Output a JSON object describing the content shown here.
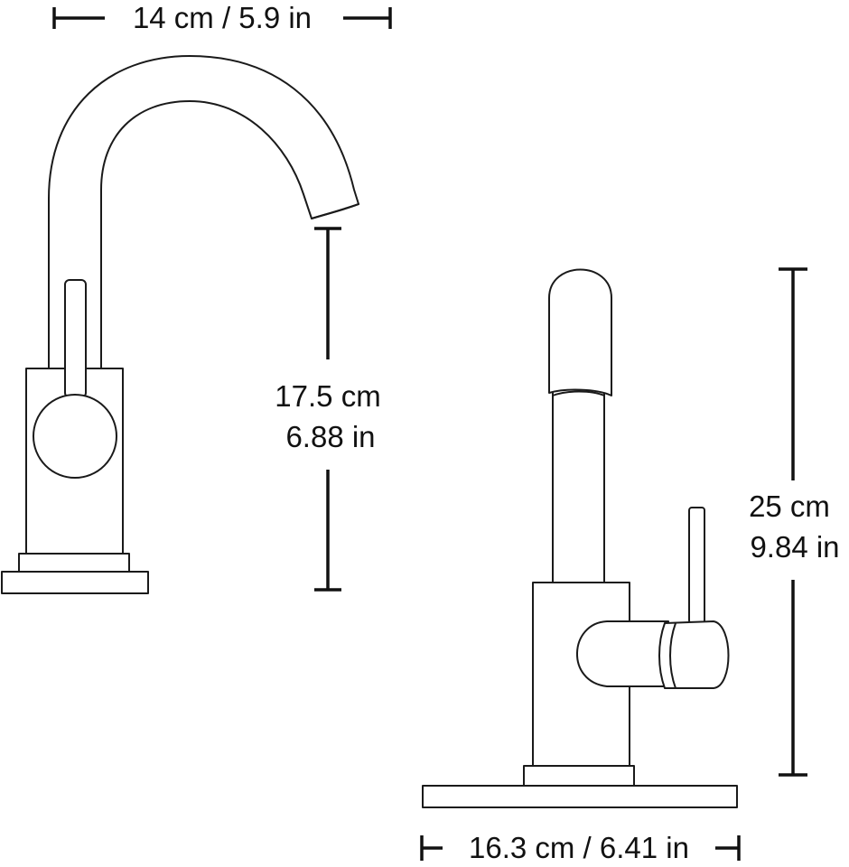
{
  "dimensions": {
    "spout_reach": {
      "text": "14 cm / 5.9 in"
    },
    "spout_clearance": {
      "cm": "17.5 cm",
      "in": "6.88 in"
    },
    "total_height": {
      "cm": "25 cm",
      "in": "9.84 in"
    },
    "deck_plate_width": {
      "text": "16.3 cm / 6.41 in"
    }
  }
}
